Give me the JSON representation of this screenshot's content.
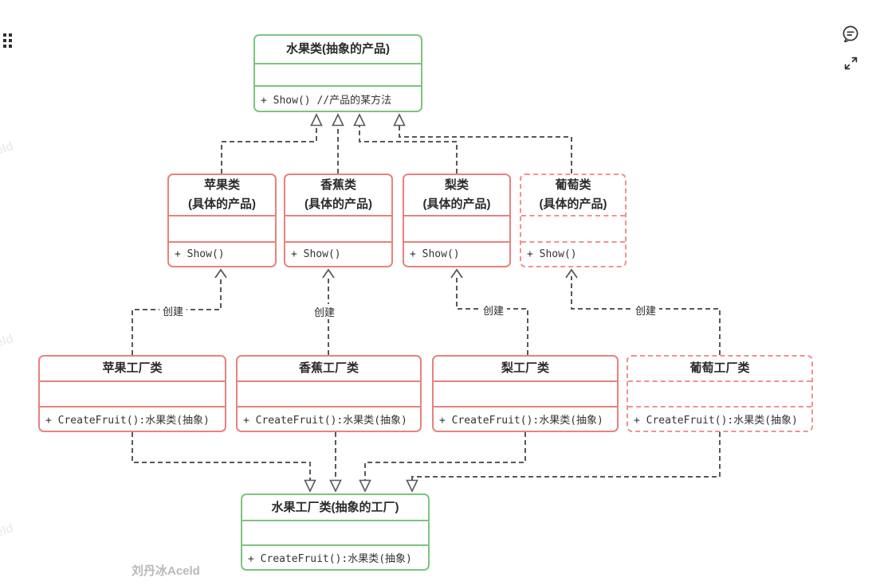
{
  "nodes": {
    "fruit_abstract": {
      "title": "水果类(抽象的产品)",
      "method": "+ Show() //产品的某方法"
    },
    "apple_product": {
      "title": "苹果类",
      "subtitle": "(具体的产品)",
      "method": "+ Show()"
    },
    "banana_product": {
      "title": "香蕉类",
      "subtitle": "(具体的产品)",
      "method": "+ Show()"
    },
    "pear_product": {
      "title": "梨类",
      "subtitle": "(具体的产品)",
      "method": "+ Show()"
    },
    "grape_product": {
      "title": "葡萄类",
      "subtitle": "(具体的产品)",
      "method": "+ Show()"
    },
    "apple_factory": {
      "title": "苹果工厂类",
      "method": "+ CreateFruit():水果类(抽象)"
    },
    "banana_factory": {
      "title": "香蕉工厂类",
      "method": "+ CreateFruit():水果类(抽象)"
    },
    "pear_factory": {
      "title": "梨工厂类",
      "method": "+ CreateFruit():水果类(抽象)"
    },
    "grape_factory": {
      "title": "葡萄工厂类",
      "method": "+ CreateFruit():水果类(抽象)"
    },
    "fruit_factory_abstract": {
      "title": "水果工厂类(抽象的工厂)",
      "method": "+ CreateFruit():水果类(抽象)"
    }
  },
  "edges": {
    "create_label": "创建"
  },
  "icons": {
    "drag_handle": "grid-dots-drag-handle",
    "comment": "speech-bubble-comment",
    "expand": "fullscreen-expand"
  },
  "colors": {
    "abstract_green": "#7cc47f",
    "concrete_red": "#e8827e",
    "dashed_pink": "#f0928f",
    "connector_gray": "#595959",
    "watermark_gray": "#b9b9b9"
  },
  "watermark": {
    "main": "刘丹冰Aceld",
    "partial": "eld"
  }
}
